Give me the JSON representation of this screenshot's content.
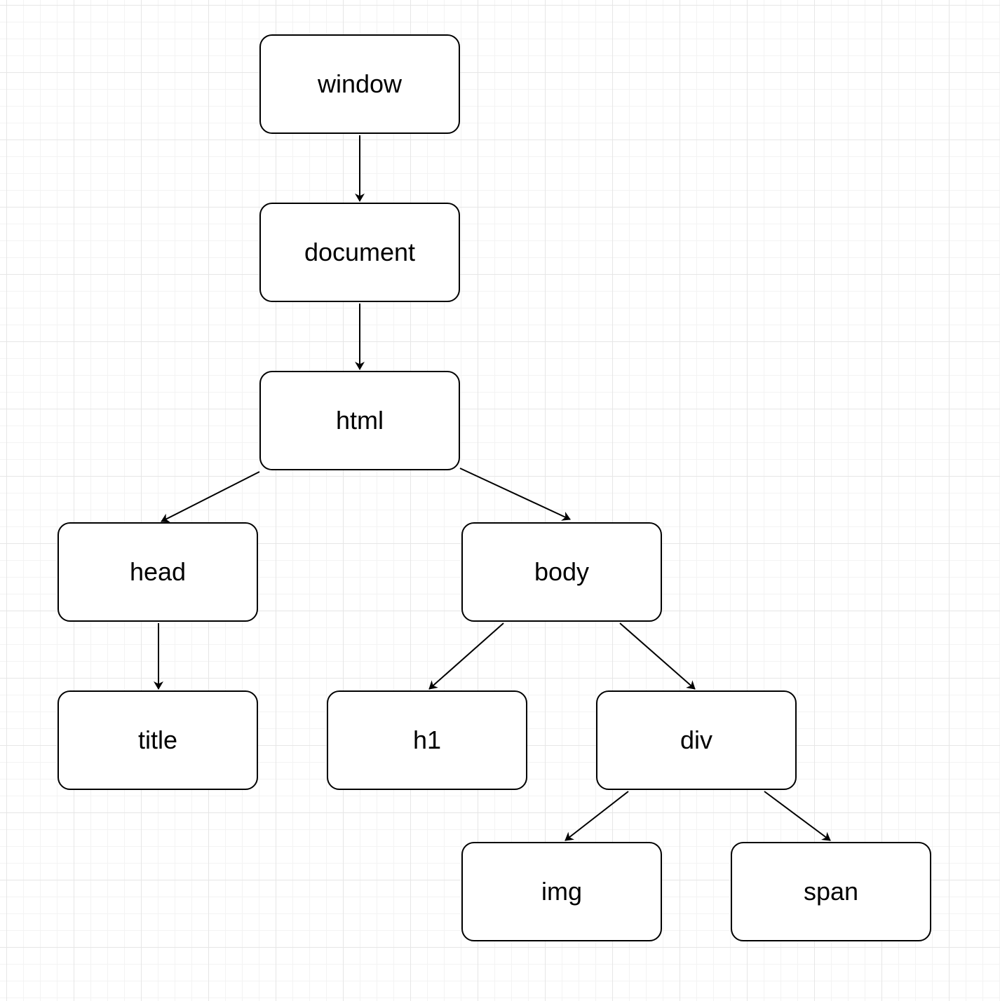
{
  "diagram": {
    "nodes": [
      {
        "id": "window",
        "label": "window"
      },
      {
        "id": "document",
        "label": "document"
      },
      {
        "id": "html",
        "label": "html"
      },
      {
        "id": "head",
        "label": "head"
      },
      {
        "id": "body",
        "label": "body"
      },
      {
        "id": "title",
        "label": "title"
      },
      {
        "id": "h1",
        "label": "h1"
      },
      {
        "id": "div",
        "label": "div"
      },
      {
        "id": "img",
        "label": "img"
      },
      {
        "id": "span",
        "label": "span"
      }
    ],
    "edges": [
      {
        "from": "window",
        "to": "document"
      },
      {
        "from": "document",
        "to": "html"
      },
      {
        "from": "html",
        "to": "head"
      },
      {
        "from": "html",
        "to": "body"
      },
      {
        "from": "head",
        "to": "title"
      },
      {
        "from": "body",
        "to": "h1"
      },
      {
        "from": "body",
        "to": "div"
      },
      {
        "from": "div",
        "to": "img"
      },
      {
        "from": "div",
        "to": "span"
      }
    ],
    "colors": {
      "stroke": "#000000",
      "node_fill": "#ffffff",
      "grid": "#e6e6e6"
    }
  }
}
